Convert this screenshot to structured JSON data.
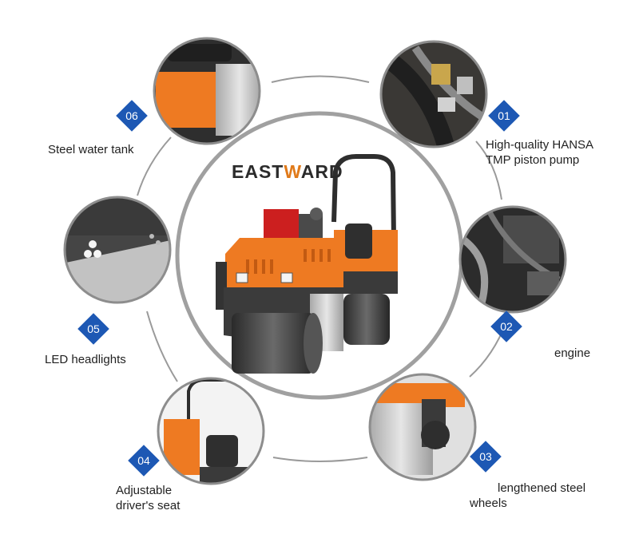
{
  "brand": {
    "text_before": "EAST",
    "text_accent": "W",
    "text_after": "ARD"
  },
  "colors": {
    "orange": "#ee7a22",
    "badge_blue": "#1d58b4",
    "ring_gray": "#9a9a9a",
    "drum_dark": "#3a3a3a",
    "steel": "#c9c9c9"
  },
  "features": [
    {
      "number": "01",
      "lines": [
        "High-quality HANSA",
        "TMP piston pump"
      ]
    },
    {
      "number": "02",
      "lines": [
        "engine"
      ]
    },
    {
      "number": "03",
      "lines": [
        "lengthened steel",
        "wheels"
      ]
    },
    {
      "number": "04",
      "lines": [
        "Adjustable",
        "driver's seat"
      ]
    },
    {
      "number": "05",
      "lines": [
        "LED headlights"
      ]
    },
    {
      "number": "06",
      "lines": [
        "Steel water tank"
      ]
    }
  ]
}
